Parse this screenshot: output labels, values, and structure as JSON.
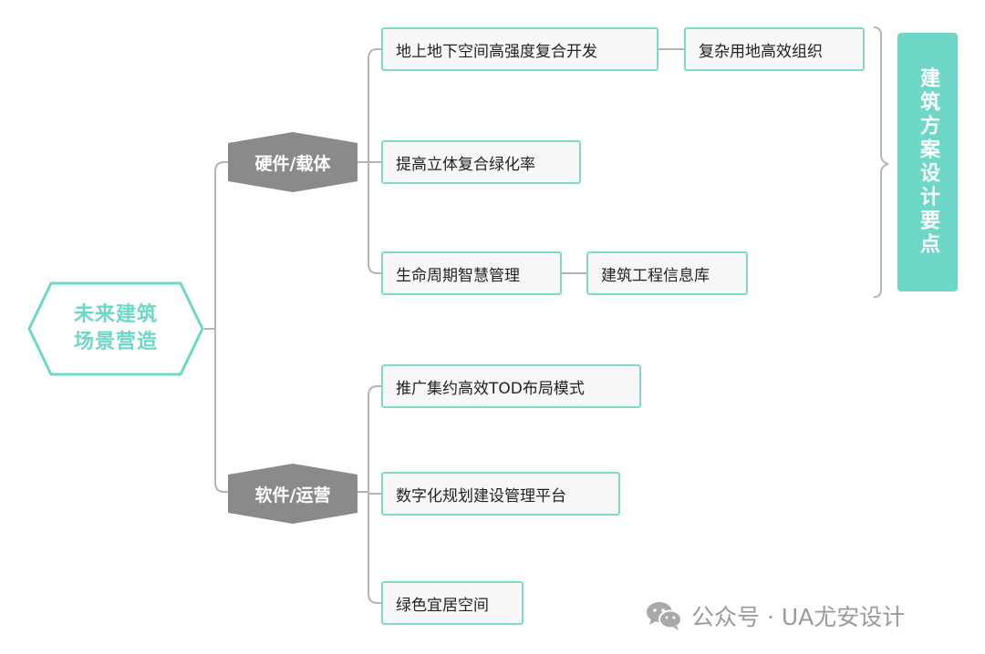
{
  "root": {
    "label": "未来建筑\n场景营造"
  },
  "branches": [
    {
      "label": "硬件/载体"
    },
    {
      "label": "软件/运营"
    }
  ],
  "hardware_items": [
    {
      "label": "地上地下空间高强度复合开发",
      "child": "复杂用地高效组织"
    },
    {
      "label": "提高立体复合绿化率"
    },
    {
      "label": "生命周期智慧管理",
      "child": "建筑工程信息库"
    }
  ],
  "software_items": [
    {
      "label": "推广集约高效TOD布局模式"
    },
    {
      "label": "数字化规划建设管理平台"
    },
    {
      "label": "绿色宜居空间"
    }
  ],
  "side_label": "建筑方案设计要点",
  "watermark": {
    "text": "公众号 · UA尤安设计",
    "icon": "wechat-icon"
  },
  "colors": {
    "accent": "#6fd7c7",
    "branch": "#8a8a8a",
    "line": "#b5b5b5",
    "node_bg": "#f7f7f7"
  }
}
